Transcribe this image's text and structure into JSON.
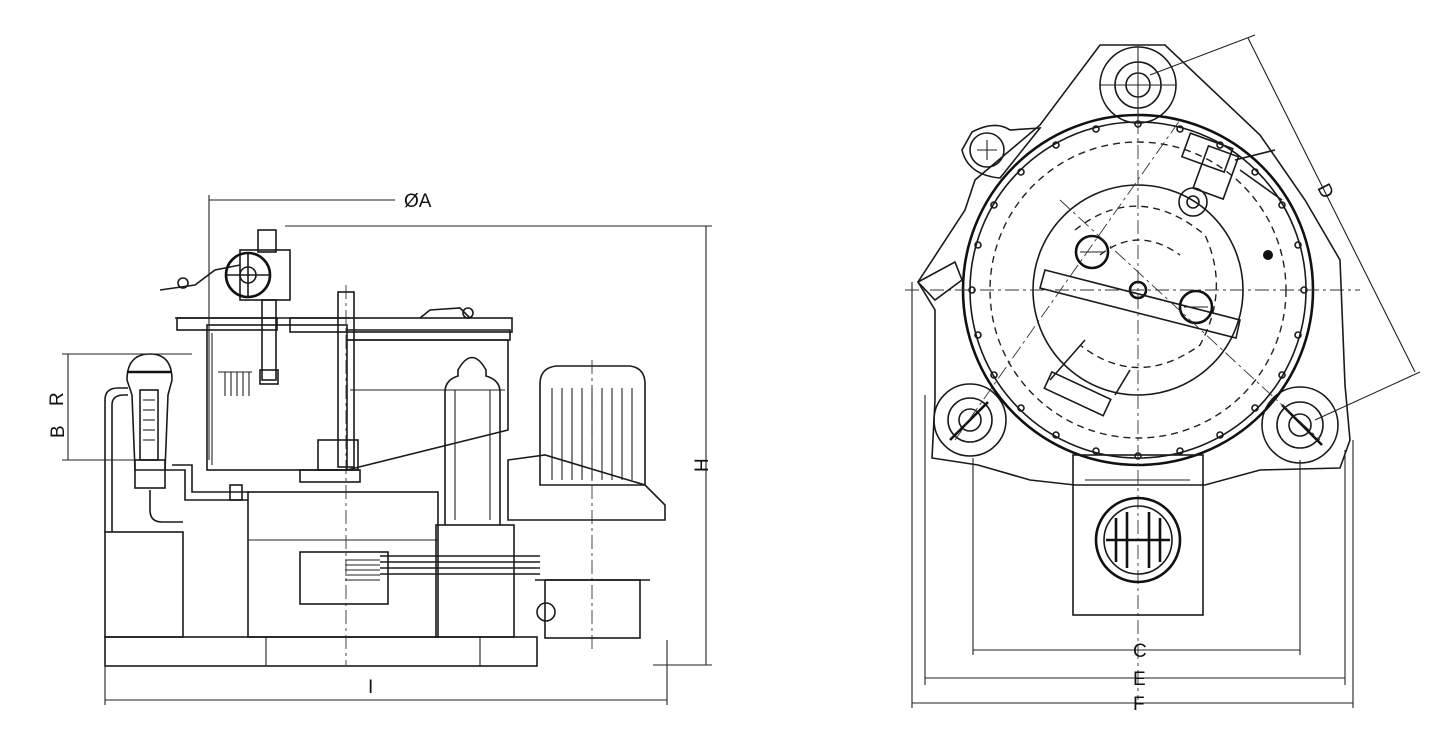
{
  "side_view": {
    "dim_diameter": "ØA",
    "dim_b": "B",
    "dim_b_small": "R",
    "dim_h": "H",
    "dim_i": "I"
  },
  "top_view": {
    "dim_c": "C",
    "dim_d": "D",
    "dim_e": "E",
    "dim_f": "F"
  }
}
